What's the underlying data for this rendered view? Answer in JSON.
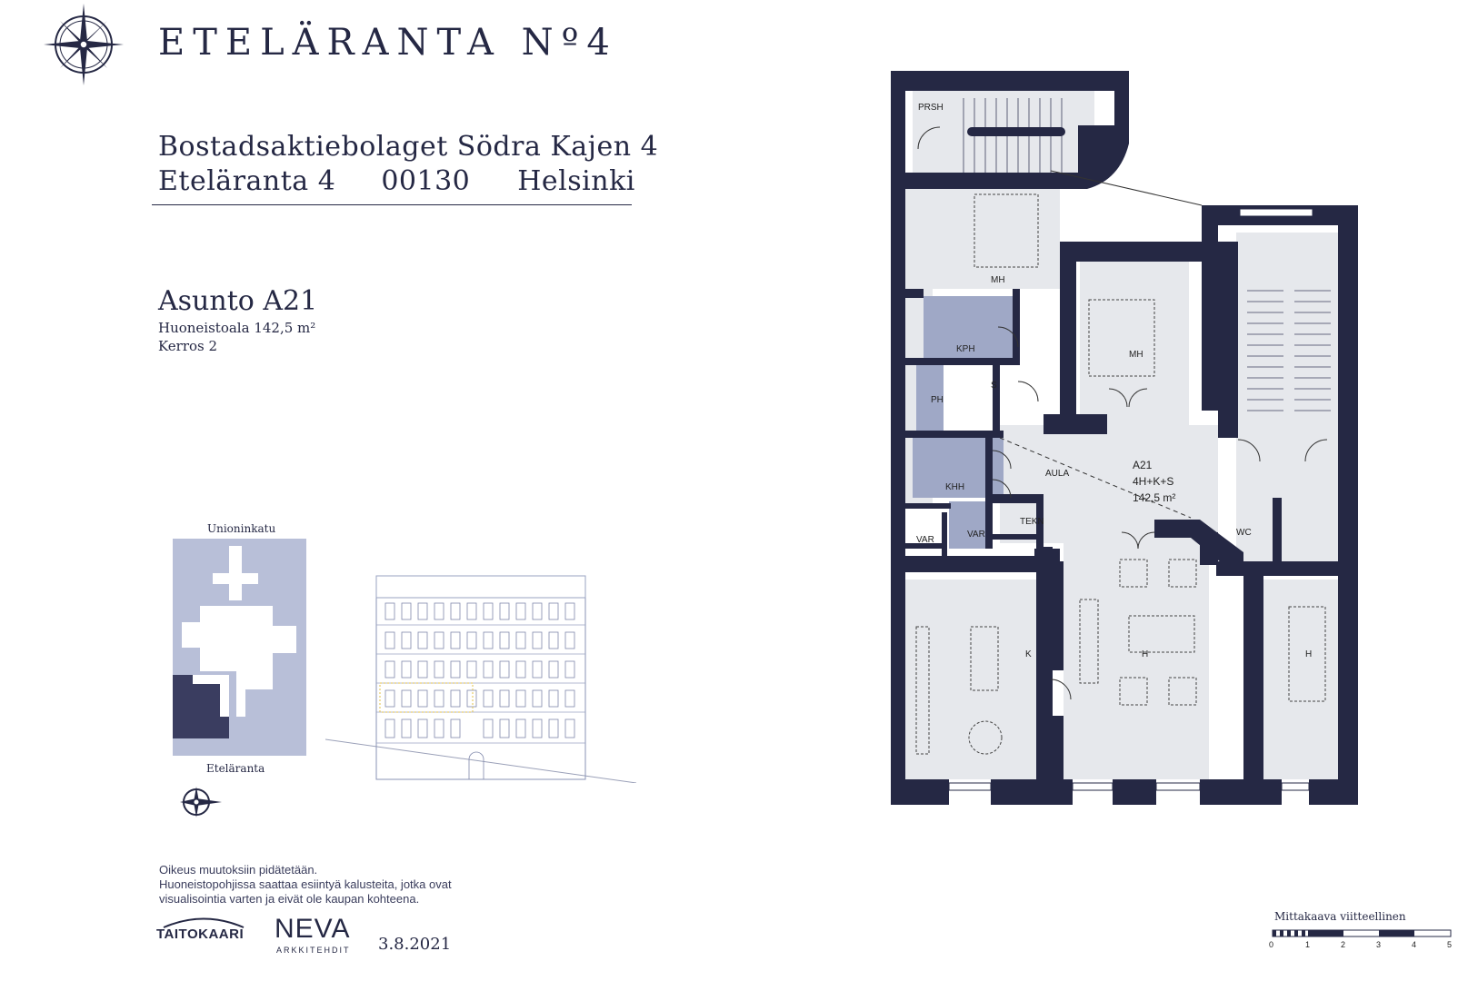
{
  "header": {
    "title": "ETELÄRANTA Nº4",
    "company": "Bostadsaktiebolaget Södra Kajen 4",
    "street": "Eteläranta 4",
    "postal_code": "00130",
    "city": "Helsinki"
  },
  "apartment": {
    "name": "Asunto A21",
    "area": "Huoneistoala 142,5 m²",
    "floor": "Kerros 2"
  },
  "site_map": {
    "street_top": "Unioninkatu",
    "street_bottom": "Eteläranta"
  },
  "notes": [
    "Oikeus muutoksiin pidätetään.",
    "Huoneistopohjissa saattaa esiintyä kalusteita, jotka ovat",
    "visualisointia varten ja eivät ole kaupan kohteena."
  ],
  "footer": {
    "logo1": "TAITOKAARI",
    "logo2": "NEVA",
    "logo2_sub": "ARKKITEHDIT",
    "date": "3.8.2021"
  },
  "scale": {
    "label": "Mittakaava viitteellinen",
    "ticks": [
      "0",
      "1",
      "2",
      "3",
      "4",
      "5"
    ]
  },
  "floorplan": {
    "rooms": {
      "prsh": "PRSH",
      "mh1": "MH",
      "kph": "KPH",
      "mh2": "MH",
      "s": "S",
      "ph": "PH",
      "khh": "KHH",
      "aula": "AULA",
      "unit_id": "A21",
      "unit_type": "4H+K+S",
      "unit_area": "142,5 m²",
      "var1": "VAR",
      "var2": "VAR",
      "tekn": "TEKN",
      "wc": "WC",
      "k": "K",
      "h1": "H",
      "h2": "H"
    }
  },
  "colors": {
    "navy": "#252844",
    "room_fill": "#e6e8ec",
    "wet_fill": "#9fa8c6",
    "site_fill": "#b8bfd8"
  }
}
